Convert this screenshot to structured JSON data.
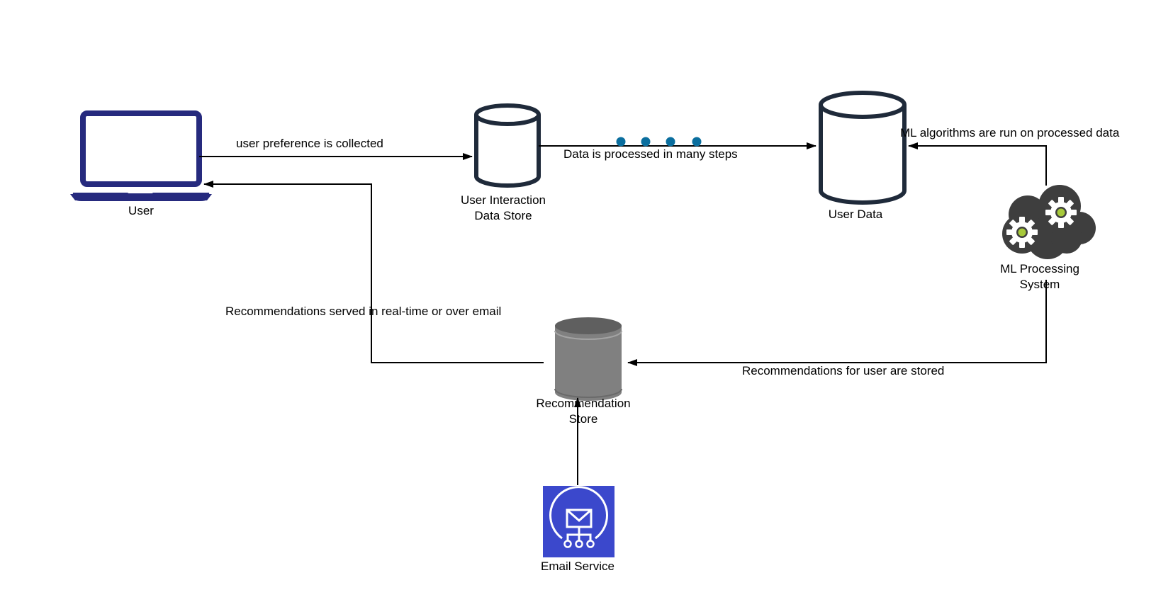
{
  "nodes": {
    "user": {
      "label": "User",
      "icon": "laptop-icon",
      "color": "#262a7e"
    },
    "interaction_store": {
      "label_line1": "User Interaction",
      "label_line2": "Data Store",
      "icon": "database-icon"
    },
    "user_data": {
      "label": "User Data",
      "icon": "database-icon"
    },
    "ml_system": {
      "label_line1": "ML Processing",
      "label_line2": "System",
      "icon": "cloud-gears-icon"
    },
    "recommendation_store": {
      "label_line1": "Recommendation",
      "label_line2": "Store",
      "icon": "database-icon"
    },
    "email_service": {
      "label": "Email Service",
      "icon": "email-service-icon",
      "color": "#3b48cc"
    }
  },
  "edges": {
    "user_to_store": "user preference is collected",
    "store_to_userdata": "Data is processed in many steps",
    "ml_to_userdata": "ML algorithms are run on processed data",
    "ml_to_recstore": "Recommendations for user are stored",
    "recstore_to_user": "Recommendations served in real-time or over email"
  },
  "colors": {
    "stroke": "#1f2a3a",
    "arrow": "#000000",
    "dots": "#0a6e9e",
    "rec_store": "#808080",
    "cloud": "#3e3e3e",
    "gear_center": "#a7c93a"
  }
}
